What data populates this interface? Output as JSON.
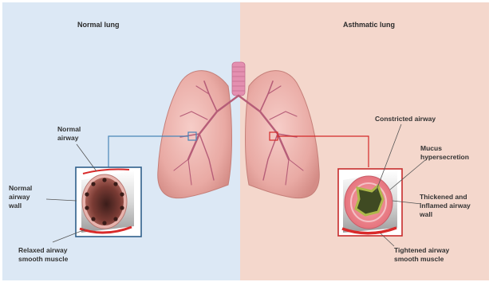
{
  "panels": {
    "left_title": "Normal lung",
    "right_title": "Asthmatic lung",
    "left_bg": "#dce8f5",
    "right_bg": "#f4d7cc"
  },
  "labels": {
    "normal_airway": "Normal\nairway",
    "normal_airway_wall": "Normal\nairway\nwall",
    "relaxed_muscle": "Relaxed airway\nsmooth muscle",
    "constricted_airway": "Constricted airway",
    "mucus": "Mucus\nhypersecretion",
    "thickened_wall": "Thickened and\ninflamed airway\nwall",
    "tightened_muscle": "Tightened airway\nsmooth muscle"
  },
  "colors": {
    "normal_connector": "#4a86b8",
    "asthmatic_connector": "#d42a2a",
    "lung": "#e8a9a4",
    "muscle": "#d92a2a"
  }
}
